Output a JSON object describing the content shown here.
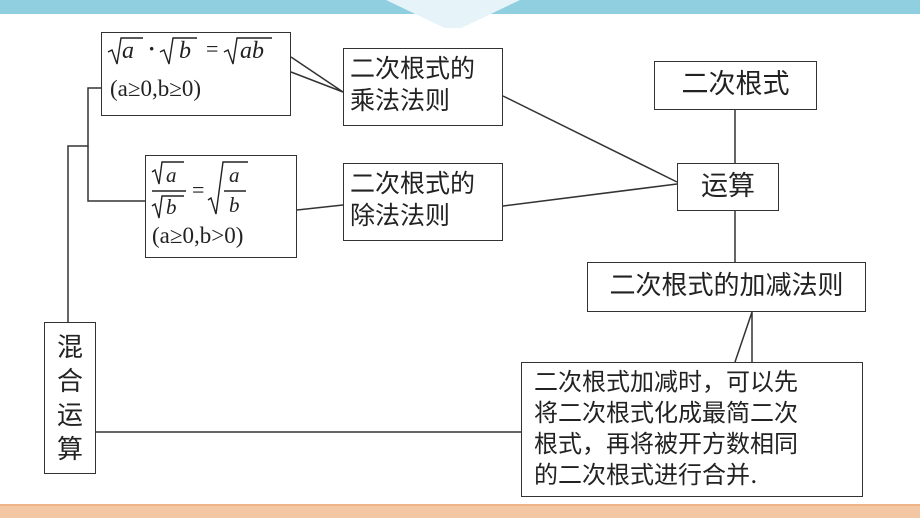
{
  "diagram": {
    "root": "二次根式",
    "operation": "运算",
    "multiplication_rule": [
      "二次根式的",
      "乘法法则"
    ],
    "division_rule": [
      "二次根式的",
      "除法法则"
    ],
    "addition_rule": "二次根式的加减法则",
    "mixed_operation": [
      "混",
      "合",
      "运",
      "算"
    ],
    "note": [
      "二次根式加减时，可以先",
      "将二次根式化成最简二次",
      "根式，再将被开方数相同",
      "的二次根式进行合并."
    ],
    "multiplication_formula": {
      "left_a": "a",
      "dot": "·",
      "left_b": "b",
      "equals": "=",
      "right": "ab",
      "condition": "(a≥0,b≥0)"
    },
    "division_formula": {
      "num": "a",
      "den": "b",
      "equals": "=",
      "rnum": "a",
      "rden": "b",
      "condition": "(a≥0,b>0)"
    }
  },
  "colors": {
    "top_bar": "#8fcfe0",
    "bottom_bar": "#f3c7a3",
    "line": "#333333"
  }
}
